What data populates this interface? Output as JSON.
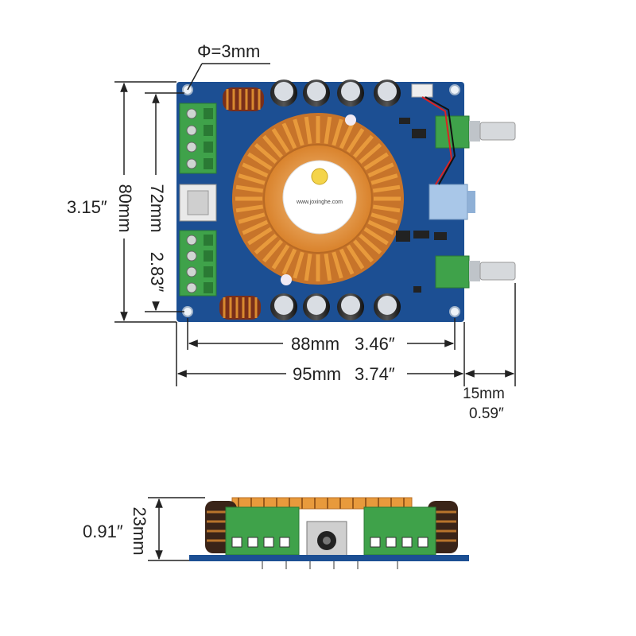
{
  "labels": {
    "hole": "Φ=3mm",
    "height_mm": "80mm",
    "height_in": "3.15″",
    "inner_height_mm": "72mm",
    "inner_height_in": "2.83″",
    "hole_span_mm": "88mm",
    "hole_span_in": "3.46″",
    "width_mm": "95mm",
    "width_in": "3.74″",
    "knob_mm": "15mm",
    "knob_in": "0.59″",
    "depth_mm": "23mm",
    "depth_in": "0.91″"
  },
  "board": {
    "chip_text": "www.joxinghe.com",
    "pcb_color": "#1c4f93",
    "heatsink_color": "#e89a3c",
    "terminal_color": "#3fa24a"
  }
}
